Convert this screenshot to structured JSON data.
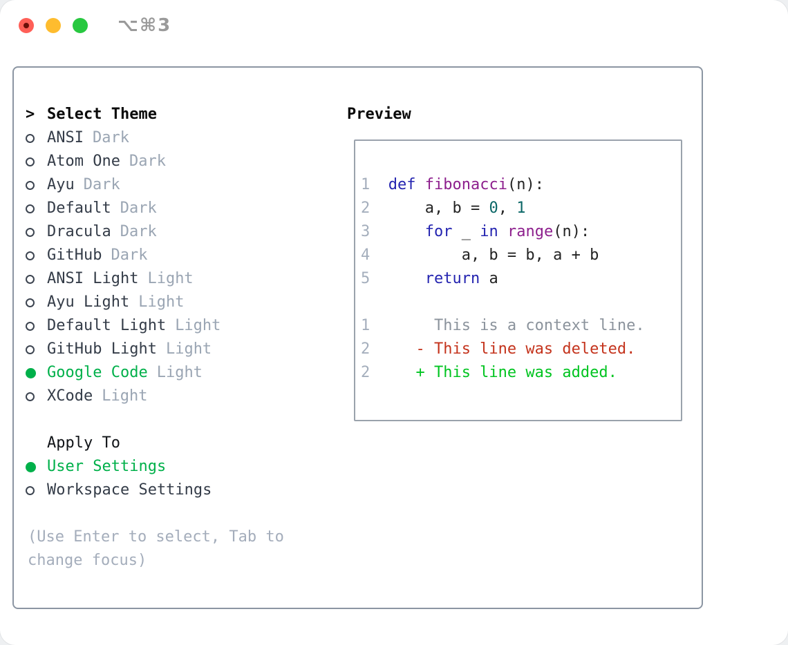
{
  "window": {
    "title": "⌥⌘3"
  },
  "colors": {
    "accent": "#00b04a",
    "keyword": "#2424b0",
    "function": "#8d1f8d",
    "number": "#0a6666",
    "plain": "#232323",
    "linenum": "#a4aebc",
    "context": "#8b939c",
    "added": "#00c420",
    "deleted": "#c4331c",
    "item": "#343c48",
    "tag": "#9aa5b3",
    "help": "#a4adbb",
    "header": "#0a0a0a",
    "panel_border": "#8b95a2",
    "preview_border": "#9aa2ac",
    "title": "#9a9a9a",
    "light_red": "#ff5f57",
    "light_yellow": "#febc2e",
    "light_green": "#28c840",
    "light_red_dot": "#6b0f08"
  },
  "theme_panel": {
    "header": {
      "prefix": ">",
      "label": "Select Theme"
    },
    "themes": [
      {
        "name": "ANSI",
        "tag": "Dark",
        "selected": false
      },
      {
        "name": "Atom One",
        "tag": "Dark",
        "selected": false
      },
      {
        "name": "Ayu",
        "tag": "Dark",
        "selected": false
      },
      {
        "name": "Default",
        "tag": "Dark",
        "selected": false
      },
      {
        "name": "Dracula",
        "tag": "Dark",
        "selected": false
      },
      {
        "name": "GitHub",
        "tag": "Dark",
        "selected": false
      },
      {
        "name": "ANSI Light",
        "tag": "Light",
        "selected": false
      },
      {
        "name": "Ayu Light",
        "tag": "Light",
        "selected": false
      },
      {
        "name": "Default Light",
        "tag": "Light",
        "selected": false
      },
      {
        "name": "GitHub Light",
        "tag": "Light",
        "selected": false
      },
      {
        "name": "Google Code",
        "tag": "Light",
        "selected": true
      },
      {
        "name": "XCode",
        "tag": "Light",
        "selected": false
      }
    ],
    "apply_to": {
      "label": "Apply To",
      "options": [
        {
          "name": "User Settings",
          "selected": true
        },
        {
          "name": "Workspace Settings",
          "selected": false
        }
      ]
    },
    "help_lines": [
      "(Use Enter to select, Tab to",
      "change focus)"
    ]
  },
  "preview": {
    "label": "Preview",
    "code_lines": [
      {
        "num": "1",
        "segments": [
          {
            "text": "def",
            "color": "keyword"
          },
          {
            "text": " ",
            "color": "plain"
          },
          {
            "text": "fibonacci",
            "color": "function"
          },
          {
            "text": "(n):",
            "color": "plain"
          }
        ]
      },
      {
        "num": "2",
        "segments": [
          {
            "text": "    a, b = ",
            "color": "plain"
          },
          {
            "text": "0",
            "color": "number"
          },
          {
            "text": ", ",
            "color": "plain"
          },
          {
            "text": "1",
            "color": "number"
          }
        ]
      },
      {
        "num": "3",
        "segments": [
          {
            "text": "    ",
            "color": "plain"
          },
          {
            "text": "for",
            "color": "keyword"
          },
          {
            "text": " _ ",
            "color": "plain"
          },
          {
            "text": "in",
            "color": "keyword"
          },
          {
            "text": " ",
            "color": "plain"
          },
          {
            "text": "range",
            "color": "function"
          },
          {
            "text": "(n):",
            "color": "plain"
          }
        ]
      },
      {
        "num": "4",
        "segments": [
          {
            "text": "        a, b = b, a + b",
            "color": "plain"
          }
        ]
      },
      {
        "num": "5",
        "segments": [
          {
            "text": "    ",
            "color": "plain"
          },
          {
            "text": "return",
            "color": "keyword"
          },
          {
            "text": " a",
            "color": "plain"
          }
        ]
      }
    ],
    "diff_lines": [
      {
        "num": "1",
        "text": "     This is a context line.",
        "kind": "context"
      },
      {
        "num": "2",
        "text": "   - This line was deleted.",
        "kind": "deleted"
      },
      {
        "num": "2",
        "text": "   + This line was added.",
        "kind": "added"
      }
    ]
  }
}
